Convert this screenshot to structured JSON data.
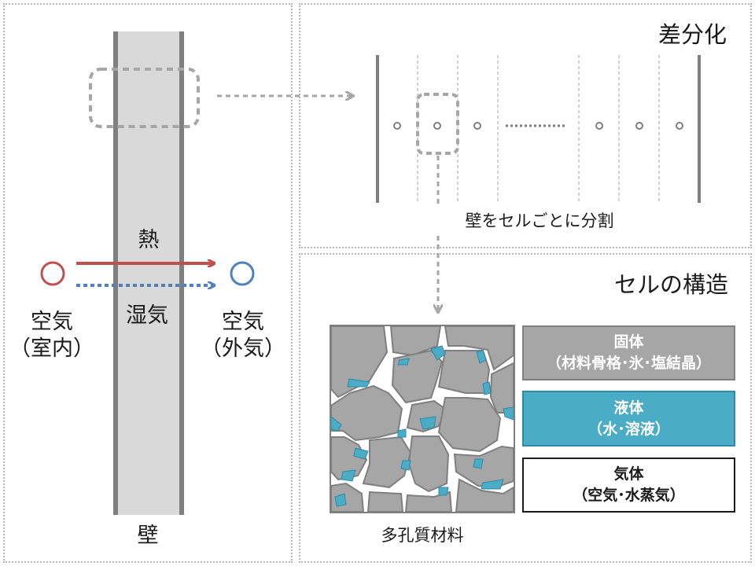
{
  "wall_panel": {
    "wall_label": "壁",
    "heat_label": "熱",
    "moisture_label": "湿気",
    "indoor": {
      "line1": "空気",
      "line2": "（室内）"
    },
    "outdoor": {
      "line1": "空気",
      "line2": "（外気）"
    }
  },
  "discretization_panel": {
    "title": "差分化",
    "caption": "壁をセルごとに分割"
  },
  "structure_panel": {
    "title": "セルの構造",
    "material_caption": "多孔質材料",
    "legend": [
      {
        "name": "固体",
        "detail": "（材料骨格･氷･塩結晶）"
      },
      {
        "name": "液体",
        "detail": "（水･溶液）"
      },
      {
        "name": "気体",
        "detail": "（空気･水蒸気）"
      }
    ]
  },
  "colors": {
    "heat_arrow": "#c0504d",
    "moisture_arrow": "#4f81bd",
    "wall_fill": "#d9d9d9",
    "wall_edge": "#7f7f7f",
    "solid": "#a6a6a6",
    "liquid": "#4bacc6",
    "gas": "#ffffff",
    "dashed_connector": "#a6a6a6"
  },
  "icons": [
    "circle-icon",
    "arrow-right-icon",
    "arrow-down-icon",
    "dashed-rectangle-icon"
  ]
}
